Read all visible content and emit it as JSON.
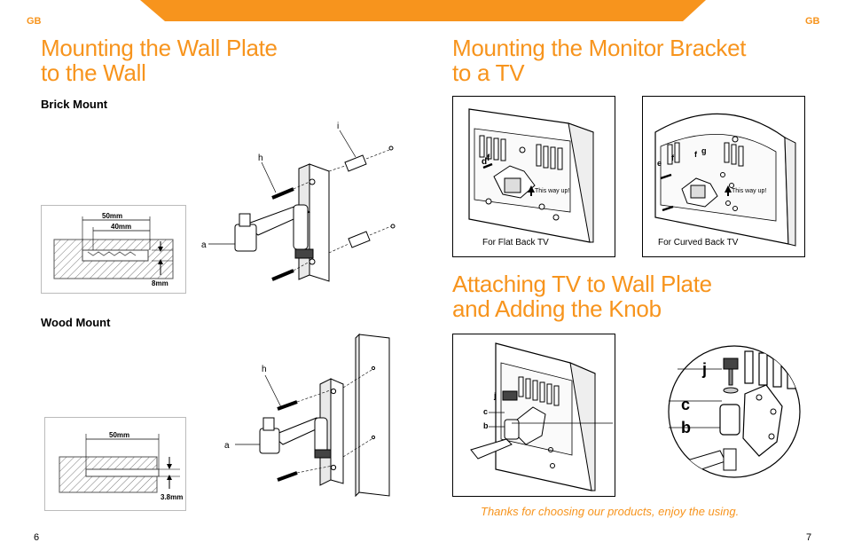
{
  "header": {
    "gb_left": "GB",
    "gb_right": "GB",
    "banner_color": "#f7941d"
  },
  "left_page": {
    "title_line1": "Mounting the Wall Plate",
    "title_line2": "to the Wall",
    "brick": {
      "heading": "Brick Mount",
      "dim_outer": "50mm",
      "dim_inner": "40mm",
      "dim_bit": "8mm",
      "label_i": "i",
      "label_h": "h",
      "label_a": "a"
    },
    "wood": {
      "heading": "Wood Mount",
      "dim_outer": "50mm",
      "dim_bit": "3.8mm",
      "label_h": "h",
      "label_a": "a"
    },
    "page_number": "6"
  },
  "right_page": {
    "title1_line1": "Mounting the Monitor Bracket",
    "title1_line2": "to a TV",
    "flat": {
      "caption": "For Flat Back TV",
      "note": "This way up!",
      "label_d": "d",
      "label_f": "f"
    },
    "curved": {
      "caption": "For Curved Back TV",
      "note": "This way up!",
      "label_e": "e",
      "label_f1": "f",
      "label_f2": "f",
      "label_g": "g"
    },
    "title2_line1": "Attaching TV to Wall Plate",
    "title2_line2": "and Adding the Knob",
    "attach": {
      "label_j": "j",
      "label_c": "c",
      "label_b": "b",
      "zoom_j": "j",
      "zoom_c": "c",
      "zoom_b": "b"
    },
    "thanks": "Thanks for choosing our products, enjoy the using.",
    "page_number": "7"
  }
}
